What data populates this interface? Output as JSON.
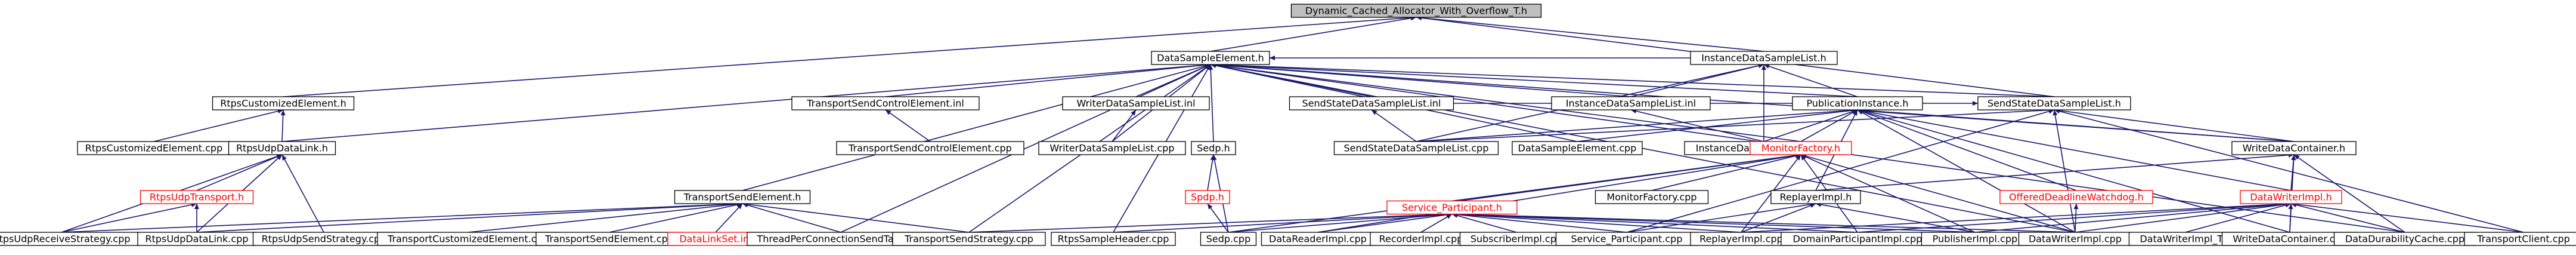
{
  "colors": {
    "edge": "#191970",
    "node_border": "#000000",
    "node_border_incomplete": "#ff0000",
    "node_fill": "#ffffff",
    "root_fill": "#bfbfbf",
    "background": "#ffffff"
  },
  "diagram": {
    "nodes": [
      {
        "id": "root",
        "label": "Dynamic_Cached_Allocator_With_Overflow_T.h",
        "style": "root"
      },
      {
        "id": "dse",
        "label": "DataSampleElement.h"
      },
      {
        "id": "idsl",
        "label": "InstanceDataSampleList.h"
      },
      {
        "id": "rce_h",
        "label": "RtpsCustomizedElement.h"
      },
      {
        "id": "ssdsl_h",
        "label": "SendStateDataSampleList.h"
      },
      {
        "id": "tsce_inl",
        "label": "TransportSendControlElement.inl"
      },
      {
        "id": "wdsl_inl",
        "label": "WriterDataSampleList.inl"
      },
      {
        "id": "ssdsl_inl",
        "label": "SendStateDataSampleList.inl"
      },
      {
        "id": "idsl_inl",
        "label": "InstanceDataSampleList.inl"
      },
      {
        "id": "pi_h",
        "label": "PublicationInstance.h"
      },
      {
        "id": "rce_cpp",
        "label": "RtpsCustomizedElement.cpp"
      },
      {
        "id": "rud_h",
        "label": "RtpsUdpDataLink.h"
      },
      {
        "id": "tsce_cpp",
        "label": "TransportSendControlElement.cpp"
      },
      {
        "id": "wdsl_cpp",
        "label": "WriterDataSampleList.cpp"
      },
      {
        "id": "sedp_h",
        "label": "Sedp.h"
      },
      {
        "id": "ssdsl_cpp",
        "label": "SendStateDataSampleList.cpp"
      },
      {
        "id": "dse_cpp",
        "label": "DataSampleElement.cpp"
      },
      {
        "id": "idsl_cpp",
        "label": "InstanceDataSampleList.cpp"
      },
      {
        "id": "mf_h",
        "label": "MonitorFactory.h",
        "style": "red"
      },
      {
        "id": "wdc_h",
        "label": "WriteDataContainer.h"
      },
      {
        "id": "rut_h",
        "label": "RtpsUdpTransport.h",
        "style": "red"
      },
      {
        "id": "tse_h",
        "label": "TransportSendElement.h"
      },
      {
        "id": "spdp_h",
        "label": "Spdp.h",
        "style": "red"
      },
      {
        "id": "mf_cpp",
        "label": "MonitorFactory.cpp"
      },
      {
        "id": "ri_h",
        "label": "ReplayerImpl.h"
      },
      {
        "id": "odw_h",
        "label": "OfferedDeadlineWatchdog.h",
        "style": "red"
      },
      {
        "id": "dwi_h",
        "label": "DataWriterImpl.h",
        "style": "red"
      },
      {
        "id": "sp_h",
        "label": "Service_Participant.h",
        "style": "red"
      },
      {
        "id": "rurs_cpp",
        "label": "RtpsUdpReceiveStrategy.cpp"
      },
      {
        "id": "rud_cpp",
        "label": "RtpsUdpDataLink.cpp"
      },
      {
        "id": "russ_cpp",
        "label": "RtpsUdpSendStrategy.cpp"
      },
      {
        "id": "tce_cpp",
        "label": "TransportCustomizedElement.cpp"
      },
      {
        "id": "tse_cpp",
        "label": "TransportSendElement.cpp"
      },
      {
        "id": "dls_inl",
        "label": "DataLinkSet.inl",
        "style": "red"
      },
      {
        "id": "tpcst_cpp",
        "label": "ThreadPerConnectionSendTask.cpp"
      },
      {
        "id": "tss_cpp",
        "label": "TransportSendStrategy.cpp"
      },
      {
        "id": "rsh_cpp",
        "label": "RtpsSampleHeader.cpp"
      },
      {
        "id": "sedp_cpp",
        "label": "Sedp.cpp"
      },
      {
        "id": "dri_cpp",
        "label": "DataReaderImpl.cpp"
      },
      {
        "id": "rec_cpp",
        "label": "RecorderImpl.cpp"
      },
      {
        "id": "sub_cpp",
        "label": "SubscriberImpl.cpp"
      },
      {
        "id": "sp_cpp",
        "label": "Service_Participant.cpp"
      },
      {
        "id": "rep_cpp",
        "label": "ReplayerImpl.cpp"
      },
      {
        "id": "dpi_cpp",
        "label": "DomainParticipantImpl.cpp"
      },
      {
        "id": "pub_cpp",
        "label": "PublisherImpl.cpp"
      },
      {
        "id": "dwi_cpp",
        "label": "DataWriterImpl.cpp"
      },
      {
        "id": "dwit_cpp",
        "label": "DataWriterImpl_T.h"
      },
      {
        "id": "wdc_cpp",
        "label": "WriteDataContainer.cpp"
      },
      {
        "id": "ddc_cpp",
        "label": "DataDurabilityCache.cpp"
      },
      {
        "id": "tc_cpp",
        "label": "TransportClient.cpp"
      }
    ],
    "edges": [
      [
        "dse",
        "root"
      ],
      [
        "idsl",
        "root"
      ],
      [
        "rce_h",
        "root"
      ],
      [
        "ssdsl_h",
        "root"
      ],
      [
        "tsce_inl",
        "dse"
      ],
      [
        "wdsl_inl",
        "dse"
      ],
      [
        "ssdsl_inl",
        "dse"
      ],
      [
        "idsl_inl",
        "dse"
      ],
      [
        "pi_h",
        "dse"
      ],
      [
        "rud_h",
        "dse"
      ],
      [
        "sedp_h",
        "dse"
      ],
      [
        "dse_cpp",
        "dse"
      ],
      [
        "tse_h",
        "dse"
      ],
      [
        "tpcst_cpp",
        "dse"
      ],
      [
        "tss_cpp",
        "dse"
      ],
      [
        "rsh_cpp",
        "dse"
      ],
      [
        "dwi_cpp",
        "dse"
      ],
      [
        "wdc_h",
        "dse"
      ],
      [
        "ddc_cpp",
        "dse"
      ],
      [
        "mf_h",
        "dse"
      ],
      [
        "ssdsl_h",
        "dse"
      ],
      [
        "idsl",
        "dse"
      ],
      [
        "wdsl_cpp",
        "dse"
      ],
      [
        "pi_h",
        "idsl"
      ],
      [
        "idsl_cpp",
        "idsl"
      ],
      [
        "idsl_inl",
        "idsl"
      ],
      [
        "ssdsl_cpp",
        "idsl"
      ],
      [
        "rce_cpp",
        "rce_h"
      ],
      [
        "rud_h",
        "rce_h"
      ],
      [
        "ssdsl_inl",
        "ssdsl_h"
      ],
      [
        "ssdsl_cpp",
        "ssdsl_h"
      ],
      [
        "wdc_h",
        "ssdsl_h"
      ],
      [
        "tc_cpp",
        "ssdsl_h"
      ],
      [
        "dwi_cpp",
        "ssdsl_h"
      ],
      [
        "sp_cpp",
        "ssdsl_h"
      ],
      [
        "tsce_cpp",
        "tsce_inl"
      ],
      [
        "wdsl_cpp",
        "wdsl_inl"
      ],
      [
        "ssdsl_cpp",
        "ssdsl_inl"
      ],
      [
        "idsl_cpp",
        "idsl_inl"
      ],
      [
        "dse_cpp",
        "pi_h"
      ],
      [
        "idsl_cpp",
        "pi_h"
      ],
      [
        "ssdsl_cpp",
        "pi_h"
      ],
      [
        "mf_h",
        "pi_h"
      ],
      [
        "wdc_h",
        "pi_h"
      ],
      [
        "ri_h",
        "pi_h"
      ],
      [
        "odw_h",
        "pi_h"
      ],
      [
        "dwi_h",
        "pi_h"
      ],
      [
        "wdc_cpp",
        "pi_h"
      ],
      [
        "dwi_cpp",
        "pi_h"
      ],
      [
        "rut_h",
        "rud_h"
      ],
      [
        "rurs_cpp",
        "rud_h"
      ],
      [
        "rud_cpp",
        "rud_h"
      ],
      [
        "russ_cpp",
        "rud_h"
      ],
      [
        "rurs_cpp",
        "rut_h"
      ],
      [
        "rud_cpp",
        "rut_h"
      ],
      [
        "spdp_h",
        "sedp_h"
      ],
      [
        "sedp_cpp",
        "sedp_h"
      ],
      [
        "sedp_cpp",
        "spdp_h"
      ],
      [
        "mf_cpp",
        "mf_h"
      ],
      [
        "sp_h",
        "mf_h"
      ],
      [
        "dri_cpp",
        "mf_h"
      ],
      [
        "rep_cpp",
        "mf_h"
      ],
      [
        "dpi_cpp",
        "mf_h"
      ],
      [
        "pub_cpp",
        "mf_h"
      ],
      [
        "dwi_cpp",
        "mf_h"
      ],
      [
        "sedp_cpp",
        "mf_h"
      ],
      [
        "dwi_h",
        "wdc_h"
      ],
      [
        "wdc_cpp",
        "wdc_h"
      ],
      [
        "ddc_cpp",
        "wdc_h"
      ],
      [
        "ri_h",
        "wdc_h"
      ],
      [
        "tce_cpp",
        "tse_h"
      ],
      [
        "tse_cpp",
        "tse_h"
      ],
      [
        "dls_inl",
        "tse_h"
      ],
      [
        "tss_cpp",
        "tse_h"
      ],
      [
        "rud_cpp",
        "tse_h"
      ],
      [
        "tpcst_cpp",
        "tse_h"
      ],
      [
        "rurs_cpp",
        "tse_h"
      ],
      [
        "sedp_cpp",
        "sp_h"
      ],
      [
        "dri_cpp",
        "sp_h"
      ],
      [
        "rec_cpp",
        "sp_h"
      ],
      [
        "sub_cpp",
        "sp_h"
      ],
      [
        "sp_cpp",
        "sp_h"
      ],
      [
        "rep_cpp",
        "sp_h"
      ],
      [
        "dpi_cpp",
        "sp_h"
      ],
      [
        "pub_cpp",
        "sp_h"
      ],
      [
        "dwi_cpp",
        "sp_h"
      ],
      [
        "tss_cpp",
        "sp_h"
      ],
      [
        "rsh_cpp",
        "sp_h"
      ],
      [
        "rep_cpp",
        "ri_h"
      ],
      [
        "sp_cpp",
        "ri_h"
      ],
      [
        "pub_cpp",
        "ri_h"
      ],
      [
        "dwi_cpp",
        "odw_h"
      ],
      [
        "dwi_cpp",
        "dwi_h"
      ],
      [
        "pub_cpp",
        "dwi_h"
      ],
      [
        "dwit_cpp",
        "dwi_h"
      ],
      [
        "wdc_cpp",
        "dwi_h"
      ],
      [
        "ddc_cpp",
        "dwi_h"
      ],
      [
        "tc_cpp",
        "dwi_h"
      ],
      [
        "rep_cpp",
        "dwi_h"
      ],
      [
        "dpi_cpp",
        "dwi_h"
      ]
    ]
  }
}
